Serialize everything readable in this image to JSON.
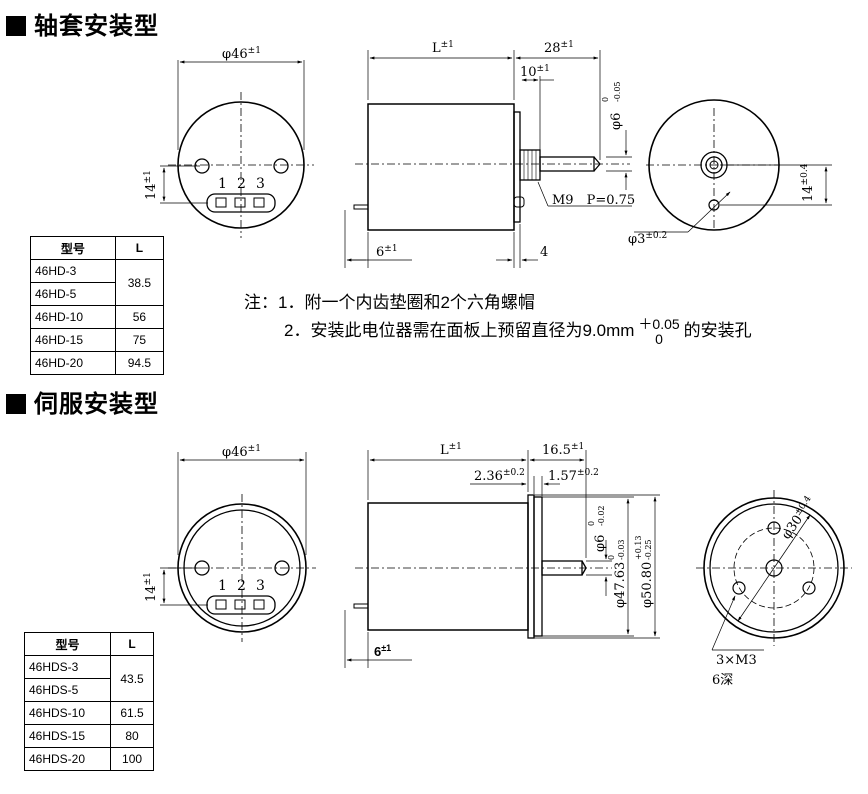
{
  "section1": {
    "title": "轴套安装型",
    "front": {
      "diameter": "φ46",
      "diameter_tol": "±1",
      "spacing": "14",
      "spacing_tol": "±1",
      "pins": [
        "1",
        "2",
        "3"
      ]
    },
    "side": {
      "length": "L",
      "length_tol": "±1",
      "overall": "28",
      "overall_tol": "±1",
      "bushing": "10",
      "bushing_tol": "±1",
      "shaft_dia": "φ6",
      "shaft_tol_upper": "0",
      "shaft_tol_lower": "-0.05",
      "thread": "M9　P=0.75",
      "terminal": "6",
      "terminal_tol": "±1",
      "end": "4"
    },
    "rear": {
      "hole_spacing": "14",
      "hole_spacing_tol": "±0.4",
      "pin_dia": "φ3",
      "pin_tol": "±0.2"
    },
    "table": {
      "headers": [
        "型号",
        "L"
      ],
      "rows": [
        [
          "46HD-3",
          "38.5"
        ],
        [
          "46HD-5",
          ""
        ],
        [
          "46HD-10",
          "56"
        ],
        [
          "46HD-15",
          "75"
        ],
        [
          "46HD-20",
          "94.5"
        ]
      ]
    },
    "notes": {
      "label": "注：",
      "line1": "1．附一个内齿垫圈和2个六角螺帽",
      "line2_prefix": "2．安装此电位器需在面板上预留直径为9.0mm",
      "tol_upper": "＋0.05",
      "tol_lower": "0",
      "line2_suffix": "的安装孔"
    }
  },
  "section2": {
    "title": "伺服安装型",
    "front": {
      "diameter": "φ46",
      "diameter_tol": "±1",
      "spacing": "14",
      "spacing_tol": "±1",
      "pins": [
        "1",
        "2",
        "3"
      ]
    },
    "side": {
      "length": "L",
      "length_tol": "±1",
      "overall": "16.5",
      "overall_tol": "±1",
      "flange_a": "2.36",
      "flange_a_tol": "±0.2",
      "flange_b": "1.57",
      "flange_b_tol": "±0.2",
      "shaft_dia": "φ6",
      "shaft_tol_upper": "0",
      "shaft_tol_lower": "-0.02",
      "hub_dia": "φ47.63",
      "hub_tol_upper": "0",
      "hub_tol_lower": "-0.03",
      "flange_dia": "φ50.80",
      "flange_tol_upper": "+0.13",
      "flange_tol_lower": "-0.25",
      "terminal": "6",
      "terminal_tol": "±1"
    },
    "rear": {
      "bolt_circle": "φ30",
      "bolt_circle_tol": "±0.4",
      "thread": "3×M3",
      "depth": "6深"
    },
    "table": {
      "headers": [
        "型号",
        "L"
      ],
      "rows": [
        [
          "46HDS-3",
          "43.5"
        ],
        [
          "46HDS-5",
          ""
        ],
        [
          "46HDS-10",
          "61.5"
        ],
        [
          "46HDS-15",
          "80"
        ],
        [
          "46HDS-20",
          "100"
        ]
      ]
    }
  }
}
